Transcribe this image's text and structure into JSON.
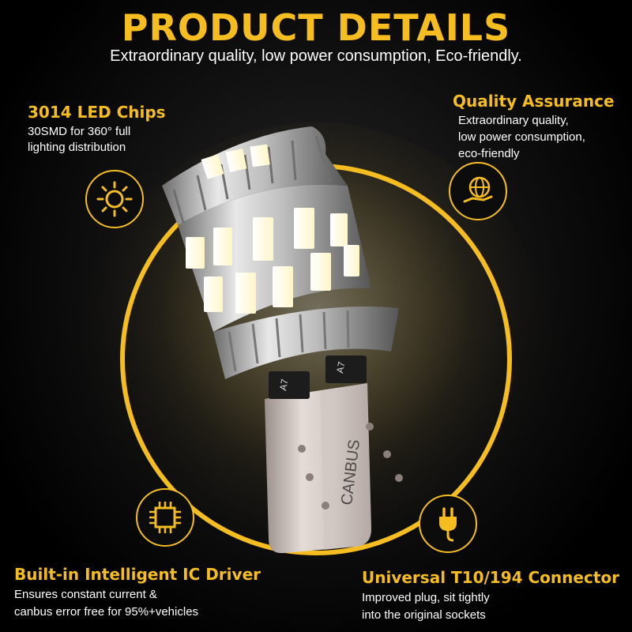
{
  "header": {
    "title": "PRODUCT DETAILS",
    "subtitle": "Extraordinary quality, low power consumption, Eco-friendly."
  },
  "features": {
    "led_chips": {
      "title": "3014 LED Chips",
      "lines": [
        "30SMD for 360° full",
        "lighting distribution"
      ],
      "icon": "sun-icon"
    },
    "quality": {
      "title": "Quality Assurance",
      "lines": [
        "Extraordinary quality,",
        "low power consumption,",
        "eco-friendly"
      ],
      "icon": "globe-hand-icon"
    },
    "ic_driver": {
      "title": "Built-in Intelligent IC Driver",
      "lines": [
        "Ensures constant current &",
        "canbus error free for 95%+vehicles"
      ],
      "icon": "chip-icon"
    },
    "connector": {
      "title": "Universal T10/194 Connector",
      "lines": [
        "Improved plug, sit tightly",
        "into the original sockets"
      ],
      "icon": "plug-icon"
    }
  },
  "product": {
    "canbus_label": "CANBUS",
    "chip_marking": "A7"
  },
  "colors": {
    "accent": "#f5bd1f",
    "background": "#000000"
  }
}
